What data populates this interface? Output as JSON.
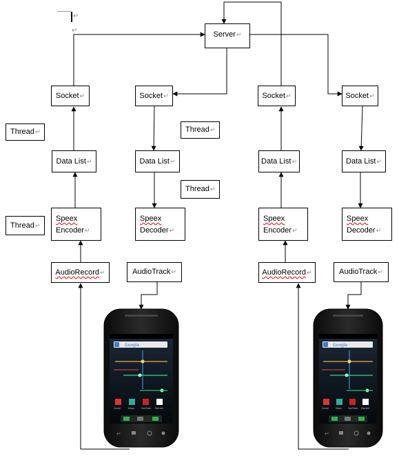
{
  "diagram": {
    "server": "Server",
    "left_client": {
      "send_socket": "Socket",
      "recv_socket": "Socket",
      "send_list": "Data List",
      "recv_list": "Data List",
      "encoder_line1": "Speex",
      "encoder_line2": "Encoder",
      "decoder_line1": "Speex",
      "decoder_line2": "Decoder",
      "audio_record": "AudioRecord",
      "audio_track": "AudioTrack"
    },
    "right_client": {
      "send_socket": "Socket",
      "recv_socket": "Socket",
      "send_list": "Data List",
      "recv_list": "Data List",
      "encoder_line1": "Speex",
      "encoder_line2": "Encoder",
      "decoder_line1": "Speex",
      "decoder_line2": "Decoder",
      "audio_record": "AudioRecord",
      "audio_track": "AudioTrack"
    },
    "thread_labels": [
      "Thread",
      "Thread",
      "Thread",
      "Thread"
    ],
    "paragraph_mark": "↵",
    "phone_search_text": "Google",
    "phone_dock_labels": [
      "Gmail",
      "Maps",
      "YouTube",
      "Market"
    ]
  },
  "colors": {
    "line": "#000000",
    "box_border": "#000000",
    "paragraph_mark": "#8a8a8a",
    "spellcheck": "#dd2233",
    "phone_body": "#1d1d1d",
    "phone_screen": "#0e1822"
  }
}
